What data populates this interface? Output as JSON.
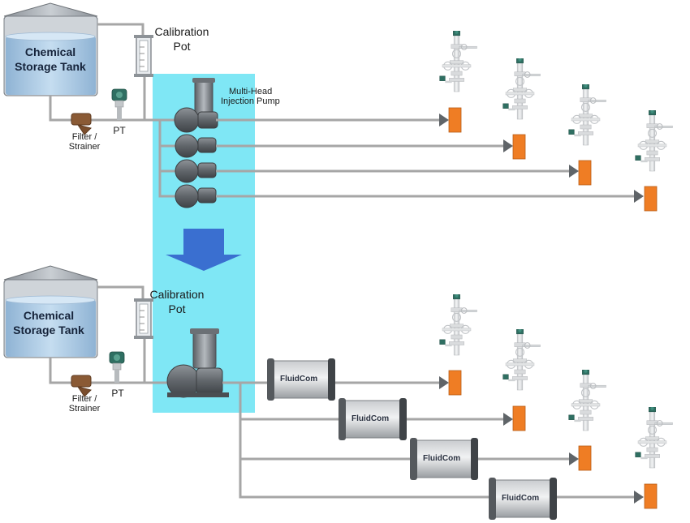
{
  "top_system": {
    "tank_label_line1": "Chemical",
    "tank_label_line2": "Storage Tank",
    "calibration_line1": "Calibration",
    "calibration_line2": "Pot",
    "filter_line1": "Filter /",
    "filter_line2": "Strainer",
    "pt_label": "PT",
    "pump_line1": "Multi-Head",
    "pump_line2": "Injection Pump"
  },
  "bottom_system": {
    "tank_label_line1": "Chemical",
    "tank_label_line2": "Storage Tank",
    "calibration_line1": "Calibration",
    "calibration_line2": "Pot",
    "filter_line1": "Filter /",
    "filter_line2": "Strainer",
    "pt_label": "PT",
    "flowmeters": [
      {
        "brand": "FluidCom"
      },
      {
        "brand": "FluidCom"
      },
      {
        "brand": "FluidCom"
      },
      {
        "brand": "FluidCom"
      }
    ]
  },
  "colors": {
    "highlight_box": "#7fe7f5",
    "arrow": "#3a6fd0",
    "pipe": "#a6a6a6",
    "valve": "#ef7d24",
    "tank_liquid": "#a9cbe8"
  }
}
